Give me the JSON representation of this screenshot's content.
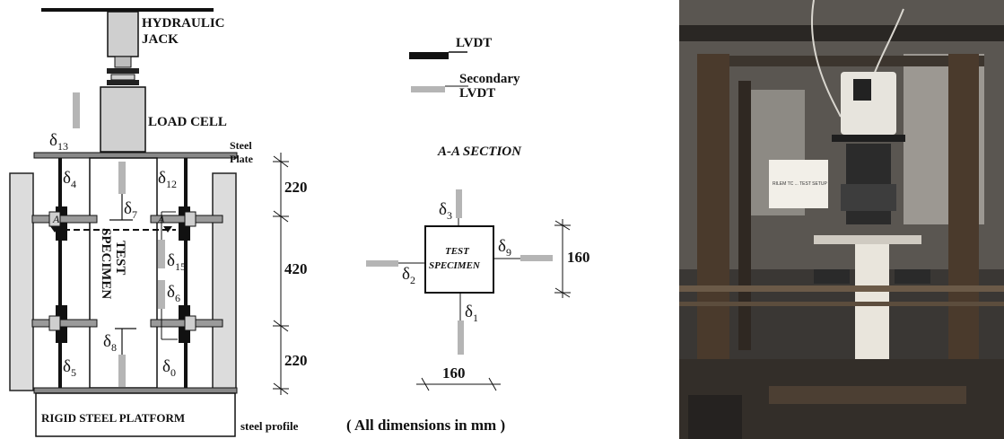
{
  "labels": {
    "hydraulic_jack_1": "HYDRAULIC",
    "hydraulic_jack_2": "JACK",
    "load_cell": "LOAD CELL",
    "steel_plate_1": "Steel",
    "steel_plate_2": "Plate",
    "test_specimen_1": "TEST",
    "test_specimen_2": "SPECIMEN",
    "platform": "RIGID STEEL PLATFORM",
    "steel_profile": "steel profile",
    "section_title": "A-A SECTION",
    "section_marker": "A",
    "units_note": "( All dimensions in mm )"
  },
  "legend": {
    "lvdt": "LVDT",
    "secondary_1": "Secondary",
    "secondary_2": "LVDT"
  },
  "dimensions": {
    "top": "220",
    "middle": "420",
    "bottom": "220",
    "section_height": "160",
    "section_width": "160"
  },
  "delta_symbol": "δ",
  "sensors": {
    "d0": "0",
    "d1": "1",
    "d2": "2",
    "d3": "3",
    "d4": "4",
    "d5": "5",
    "d6": "6",
    "d7": "7",
    "d8": "8",
    "d9": "9",
    "d12": "12",
    "d13": "13",
    "d15": "15"
  },
  "photo": {
    "sign_text": "RILEM TC ...  TEST SETUP"
  },
  "colors": {
    "steel_dark": "#111111",
    "secondary_lvdt": "#b5b5b5",
    "column_fill": "#dcdcdc",
    "photo_bg": "#3a3734"
  }
}
